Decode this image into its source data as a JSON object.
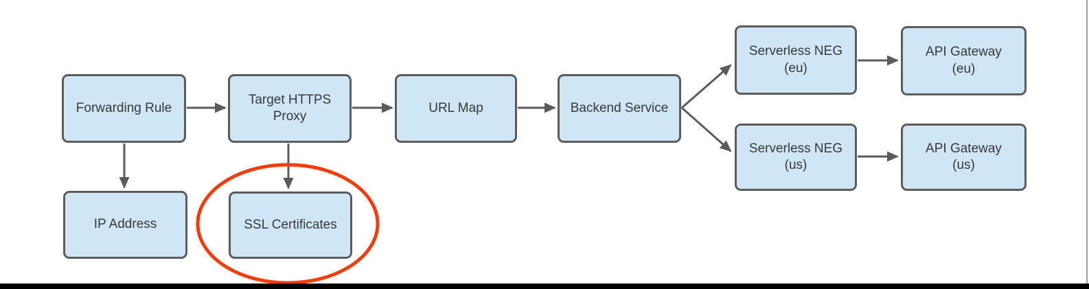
{
  "diagram": {
    "nodes": {
      "forwarding_rule": {
        "lines": [
          "Forwarding Rule"
        ]
      },
      "target_https_proxy": {
        "lines": [
          "Target HTTPS",
          "Proxy"
        ]
      },
      "url_map": {
        "lines": [
          "URL Map"
        ]
      },
      "backend_service": {
        "lines": [
          "Backend Service"
        ]
      },
      "serverless_neg_eu": {
        "lines": [
          "Serverless NEG",
          "(eu)"
        ]
      },
      "api_gateway_eu": {
        "lines": [
          "API Gateway",
          "(eu)"
        ]
      },
      "serverless_neg_us": {
        "lines": [
          "Serverless NEG",
          "(us)"
        ]
      },
      "api_gateway_us": {
        "lines": [
          "API Gateway",
          "(us)"
        ]
      },
      "ip_address": {
        "lines": [
          "IP Address"
        ]
      },
      "ssl_certificates": {
        "lines": [
          "SSL Certificates"
        ]
      }
    },
    "edges": [
      {
        "from": "Forwarding Rule",
        "to": "Target HTTPS Proxy"
      },
      {
        "from": "Target HTTPS Proxy",
        "to": "URL Map"
      },
      {
        "from": "URL Map",
        "to": "Backend Service"
      },
      {
        "from": "Backend Service",
        "to": "Serverless NEG (eu)"
      },
      {
        "from": "Backend Service",
        "to": "Serverless NEG (us)"
      },
      {
        "from": "Serverless NEG (eu)",
        "to": "API Gateway (eu)"
      },
      {
        "from": "Serverless NEG (us)",
        "to": "API Gateway (us)"
      },
      {
        "from": "Forwarding Rule",
        "to": "IP Address"
      },
      {
        "from": "Target HTTPS Proxy",
        "to": "SSL Certificates"
      }
    ],
    "highlight": {
      "shape": "ellipse",
      "target": "SSL Certificates",
      "color": "#f53d0c"
    },
    "colors": {
      "node_fill": "#cee6f6",
      "node_border": "#5b5b5b",
      "arrow": "#5b5b5b",
      "text": "#383838",
      "highlight_ellipse": "#f53d0c",
      "bottom_bar": "#000000"
    }
  }
}
